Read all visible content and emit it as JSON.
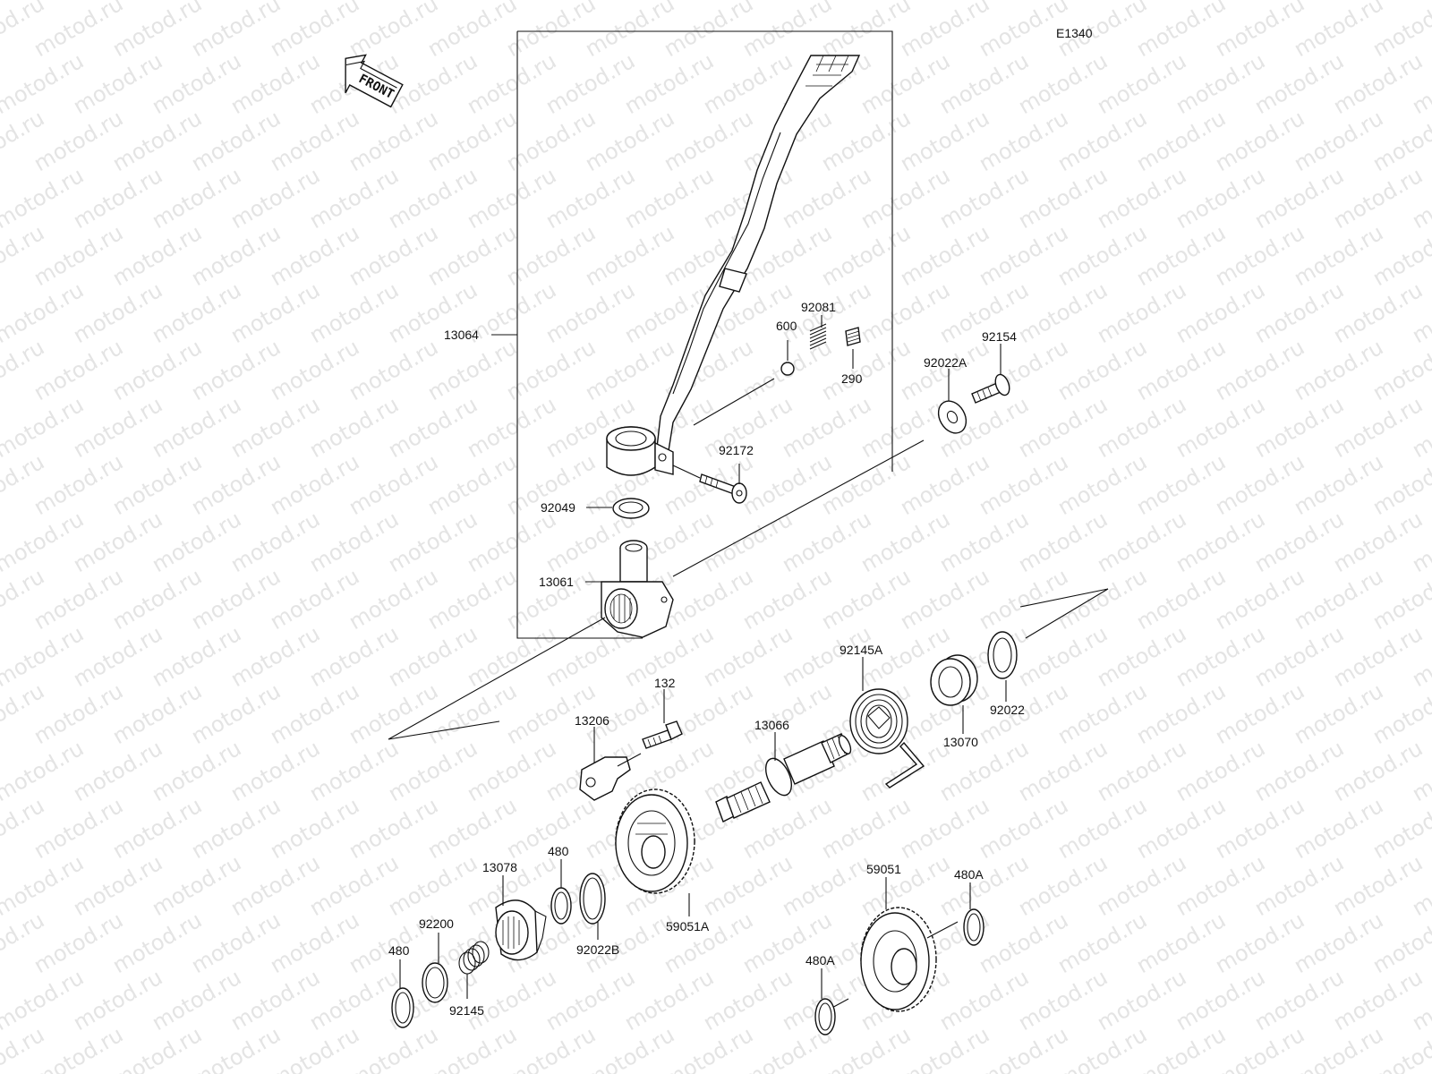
{
  "diagram_code": "E1340",
  "front_label": "FRONT",
  "watermark": "motod.ru",
  "colors": {
    "ink": "#111111",
    "watermark": "#e4e4e4",
    "background": "#ffffff"
  },
  "parts": {
    "p13064": "13064",
    "p600": "600",
    "p92081": "92081",
    "p290": "290",
    "p92154": "92154",
    "p92022A": "92022A",
    "p92172": "92172",
    "p92049": "92049",
    "p13061": "13061",
    "p92145A": "92145A",
    "p13070": "13070",
    "p92022": "92022",
    "p132": "132",
    "p13206": "13206",
    "p13066": "13066",
    "p480_top": "480",
    "p13078": "13078",
    "p92200": "92200",
    "p480_left": "480",
    "p92145": "92145",
    "p92022B": "92022B",
    "p59051A": "59051A",
    "p59051": "59051",
    "p480A_right": "480A",
    "p480A_left": "480A"
  }
}
